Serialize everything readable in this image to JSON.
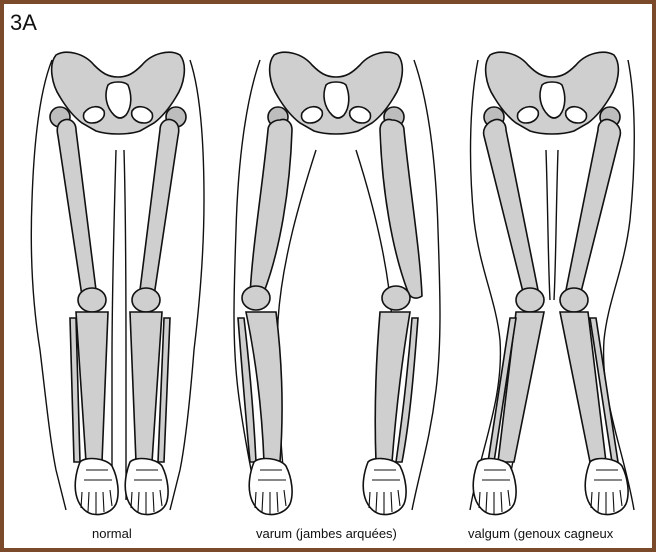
{
  "panel_label": "3A",
  "captions": {
    "normal": "normal",
    "varum": "varum (jambes arquées)",
    "valgum": "valgum (genoux cagneux"
  },
  "colors": {
    "border": "#7a4a2a",
    "bone": "#cfcfcf",
    "outline": "#111111"
  }
}
